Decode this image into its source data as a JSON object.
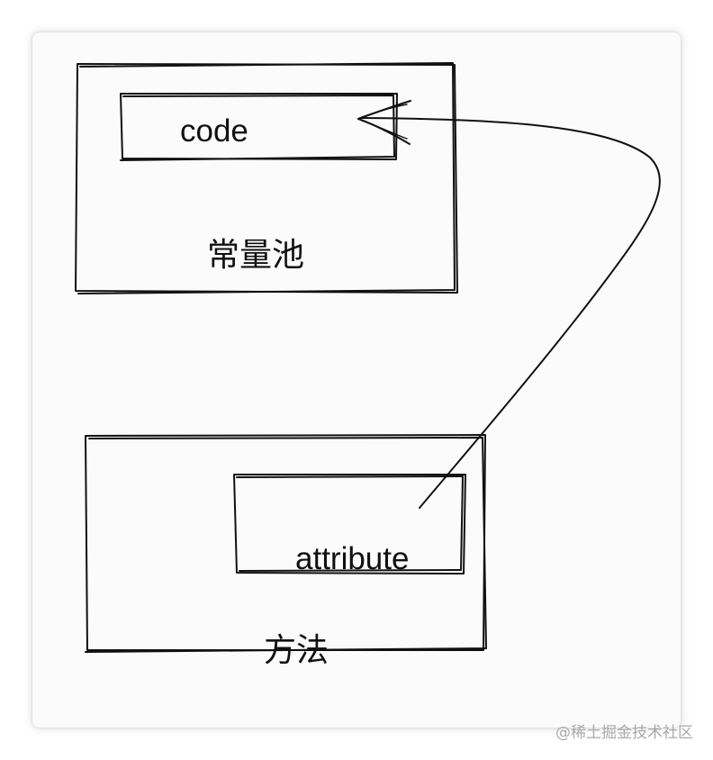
{
  "diagram": {
    "constant_pool": {
      "label": "常量池",
      "entry_label": "code"
    },
    "method": {
      "label": "方法",
      "entry_label": "attribute"
    },
    "stroke_color": "#111111",
    "background_color": "#fbfbfb"
  },
  "watermark": {
    "text": "@稀土掘金技术社区"
  }
}
